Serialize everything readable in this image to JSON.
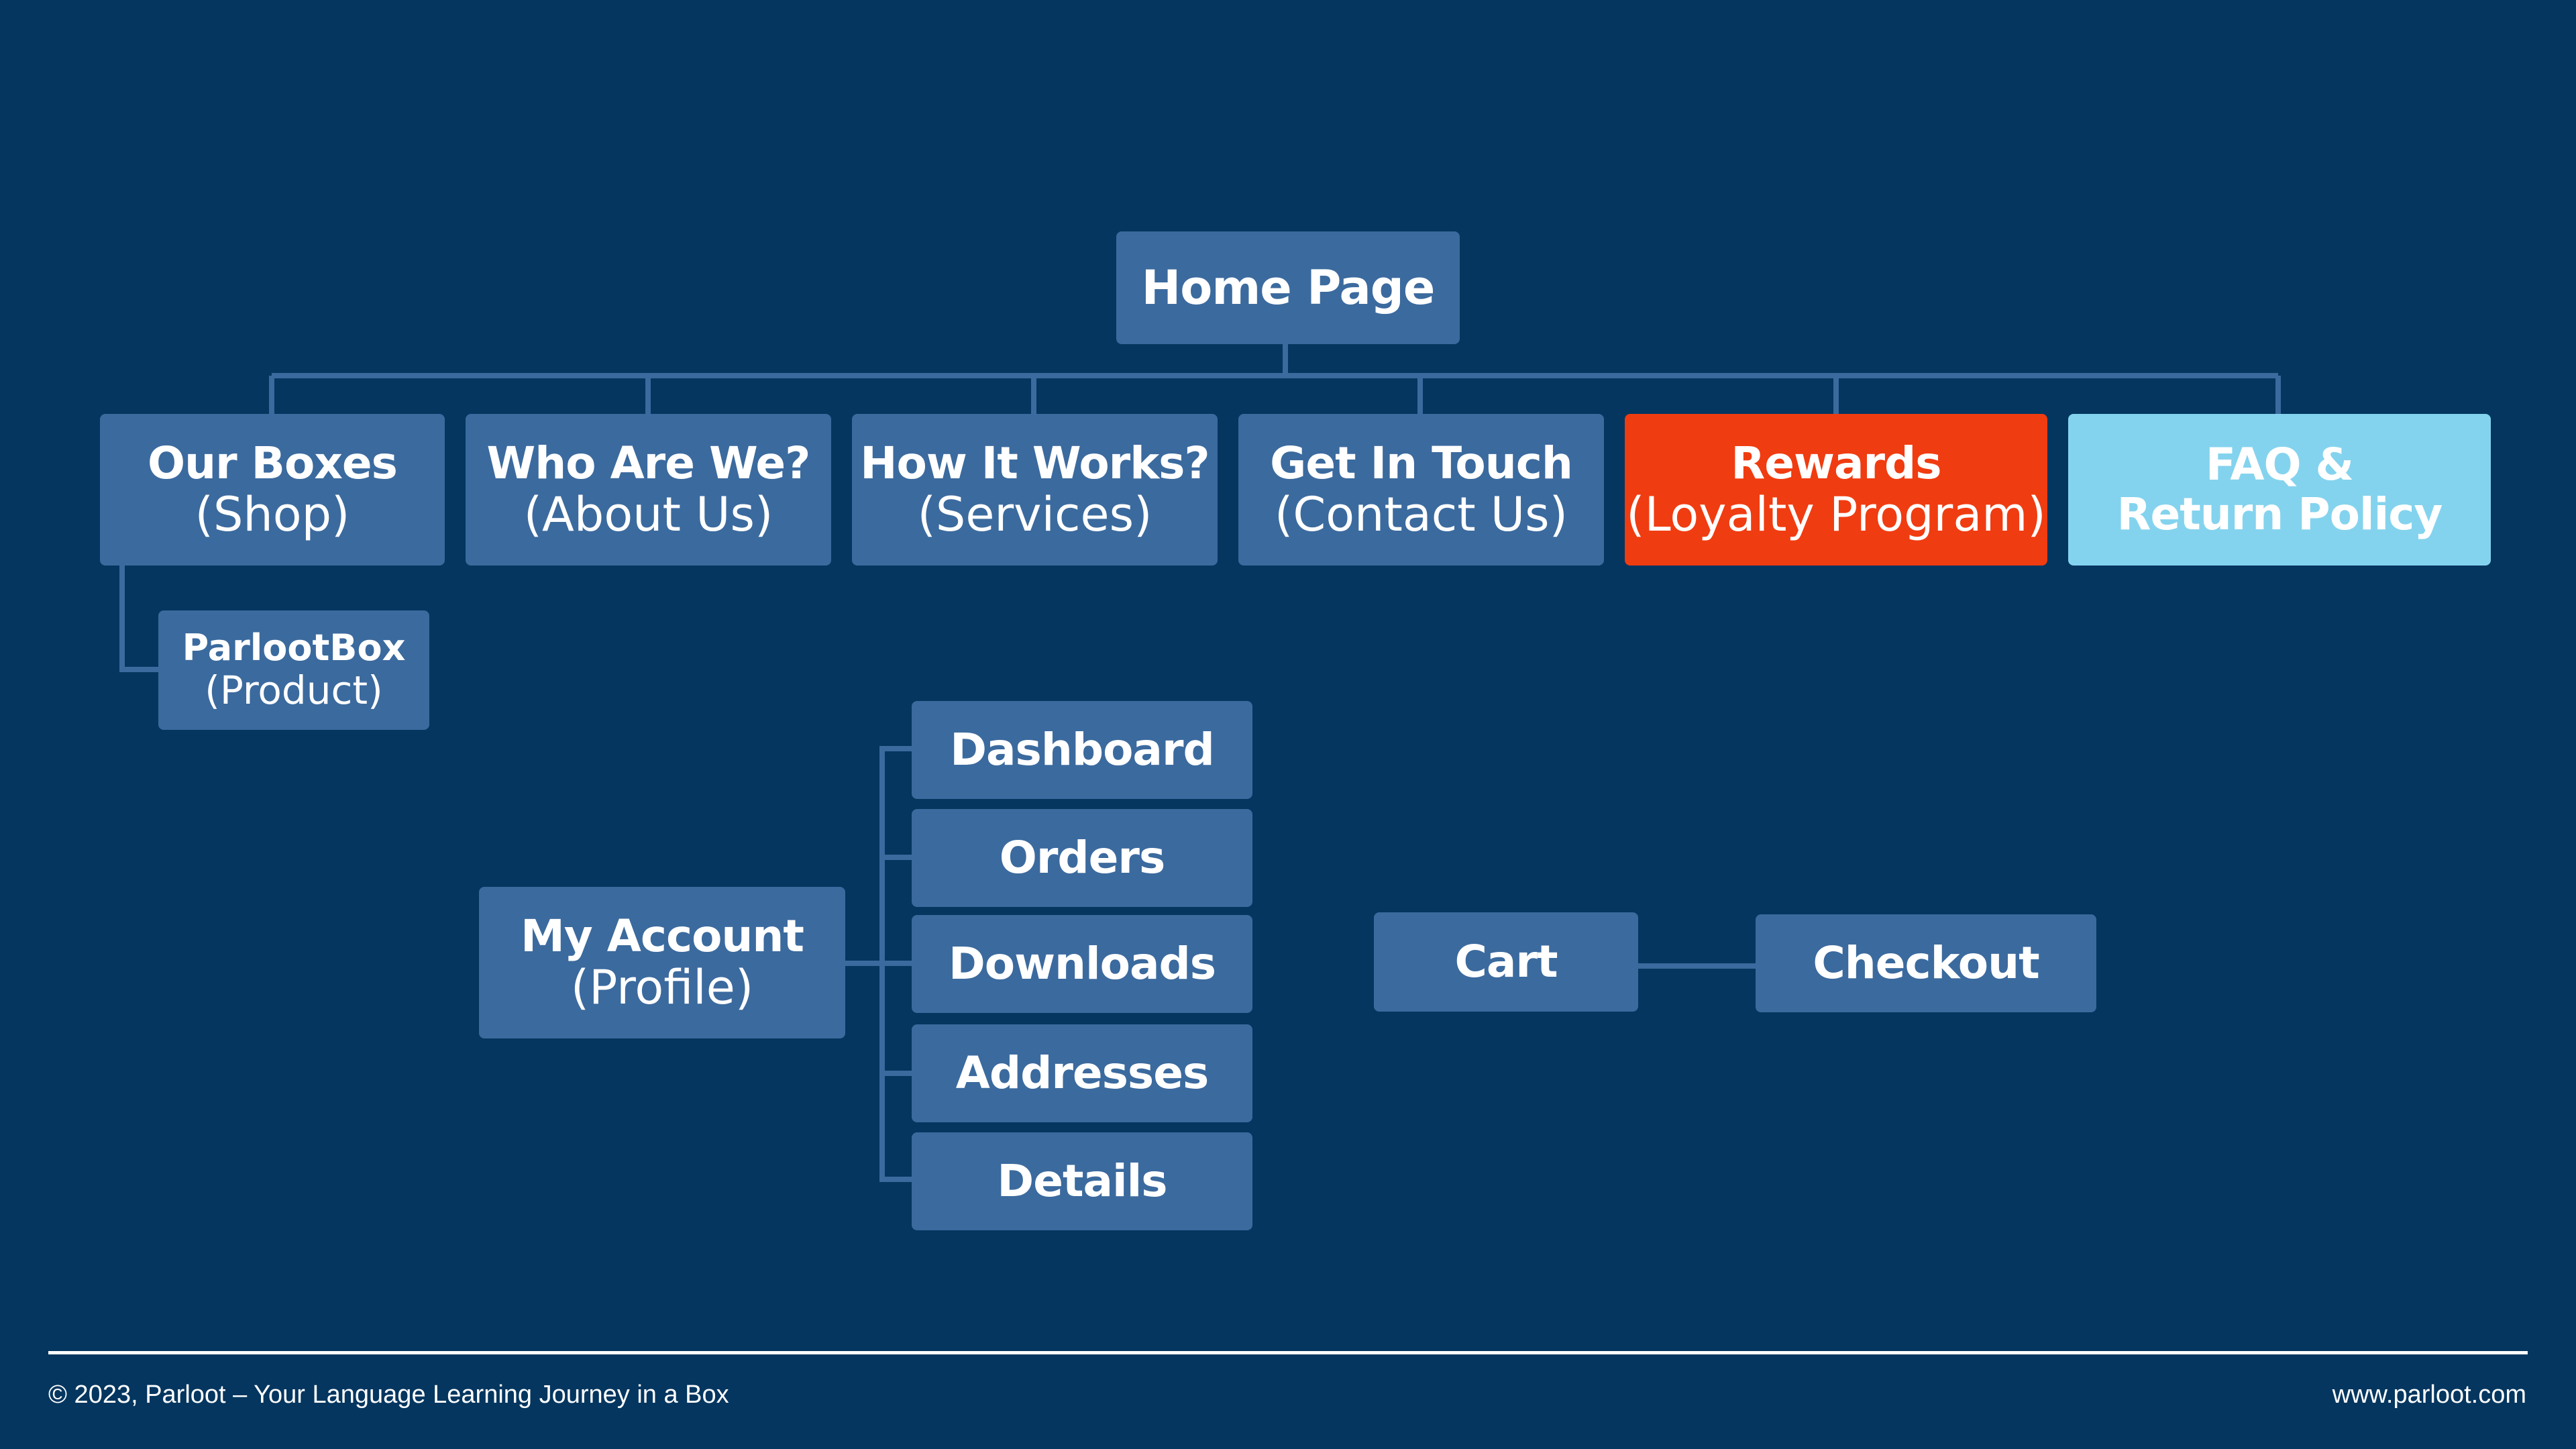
{
  "diagram": {
    "home": {
      "title": "Home Page"
    },
    "top_level": [
      {
        "title": "Our Boxes",
        "subtitle": "(Shop)"
      },
      {
        "title": "Who Are We?",
        "subtitle": "(About Us)"
      },
      {
        "title": "How It Works?",
        "subtitle": "(Services)"
      },
      {
        "title": "Get In Touch",
        "subtitle": "(Contact Us)"
      },
      {
        "title": "Rewards",
        "subtitle": "(Loyalty Program)"
      },
      {
        "title": "FAQ &",
        "subtitle": "Return Policy"
      }
    ],
    "product": {
      "title": "ParlootBox",
      "subtitle": "(Product)"
    },
    "account": {
      "title": "My Account",
      "subtitle": "(Profile)",
      "children": [
        "Dashboard",
        "Orders",
        "Downloads",
        "Addresses",
        "Details"
      ]
    },
    "cart": {
      "title": "Cart"
    },
    "checkout": {
      "title": "Checkout"
    }
  },
  "footer": {
    "copyright": "© 2023, Parloot – Your Language Learning Journey in a Box",
    "website": "www.parloot.com"
  },
  "colors": {
    "background": "#04365f",
    "node": "#3b6a9e",
    "connector": "#3b6a9e",
    "rewards": "#f03c11",
    "faq": "#84d3ee",
    "text": "#ffffff"
  }
}
